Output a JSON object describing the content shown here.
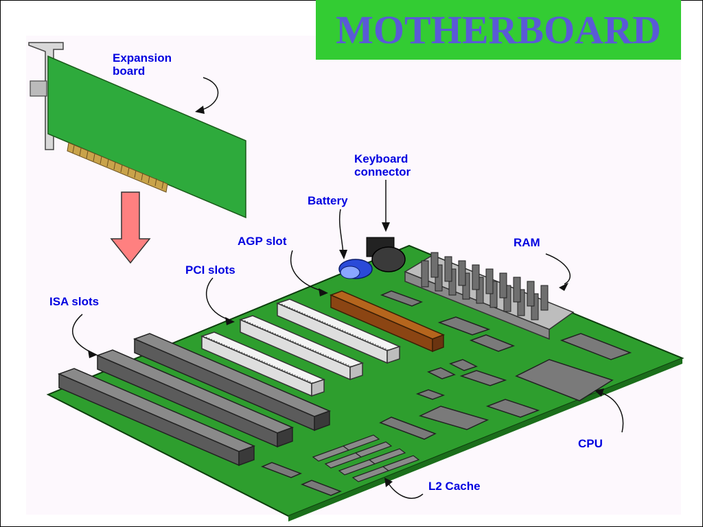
{
  "title": "MOTHERBOARD",
  "labels": {
    "expansion_board": "Expansion\nboard",
    "keyboard_connector": "Keyboard\nconnector",
    "battery": "Battery",
    "agp_slot": "AGP slot",
    "pci_slots": "PCI slots",
    "isa_slots": "ISA slots",
    "ram": "RAM",
    "cpu": "CPU",
    "l2_cache": "L2 Cache"
  },
  "colors": {
    "board_green": "#2e9e2e",
    "title_bg": "#33cc33",
    "title_text": "#5a5ad6",
    "label_text": "#0000e0",
    "down_arrow": "#ff8080"
  },
  "icons": {
    "down_arrow": "down-arrow-icon"
  }
}
